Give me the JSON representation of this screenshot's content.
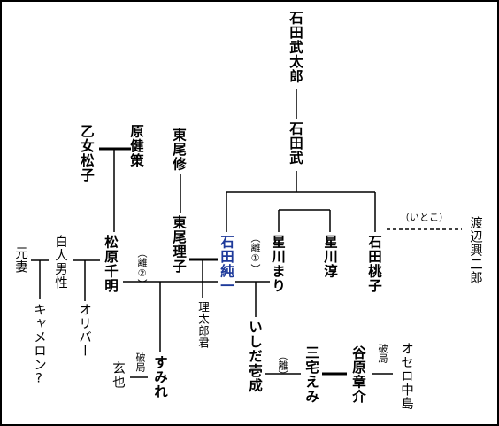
{
  "people": {
    "ishida_takeshi_taro": "石田武太郎",
    "ishida_takeshi": "石田武",
    "otome_matsuko": "乙女松子",
    "hara_kensaku": "原健策",
    "higashio_osamu": "東尾修",
    "higashio_riko": "東尾理子",
    "ishida_junichi": "石田純一",
    "hoshikawa_mari": "星川まり",
    "hoshikawa_jun": "星川淳",
    "ishida_momoko": "石田桃子",
    "watanabe_koujiro": "渡辺興二郎",
    "matsubara_chiaki": "松原千明",
    "hakujin_dansei": "白人男性",
    "motozuma": "元妻",
    "olivia": "オリバー",
    "kyameron": "キャメロン?",
    "ritarou": "理太郎君",
    "sumire": "すみれ",
    "genya": "玄也",
    "ishida_ichinari": "いしだ壱成",
    "miyake_emi": "三宅えみ",
    "tanihara_shosuke": "谷原章介",
    "osero_nakajima": "オセロ中島"
  },
  "notes": {
    "itoko": "（いとこ）",
    "divorce_1": "（離①）",
    "divorce_2": "（離②）",
    "divorce_3": "（離）",
    "hakyoku_1": "破局",
    "hakyoku_2": "破局"
  },
  "colors": {
    "text": "#000000",
    "focus": "#1e3a9a",
    "line": "#000000",
    "border": "#000000"
  }
}
